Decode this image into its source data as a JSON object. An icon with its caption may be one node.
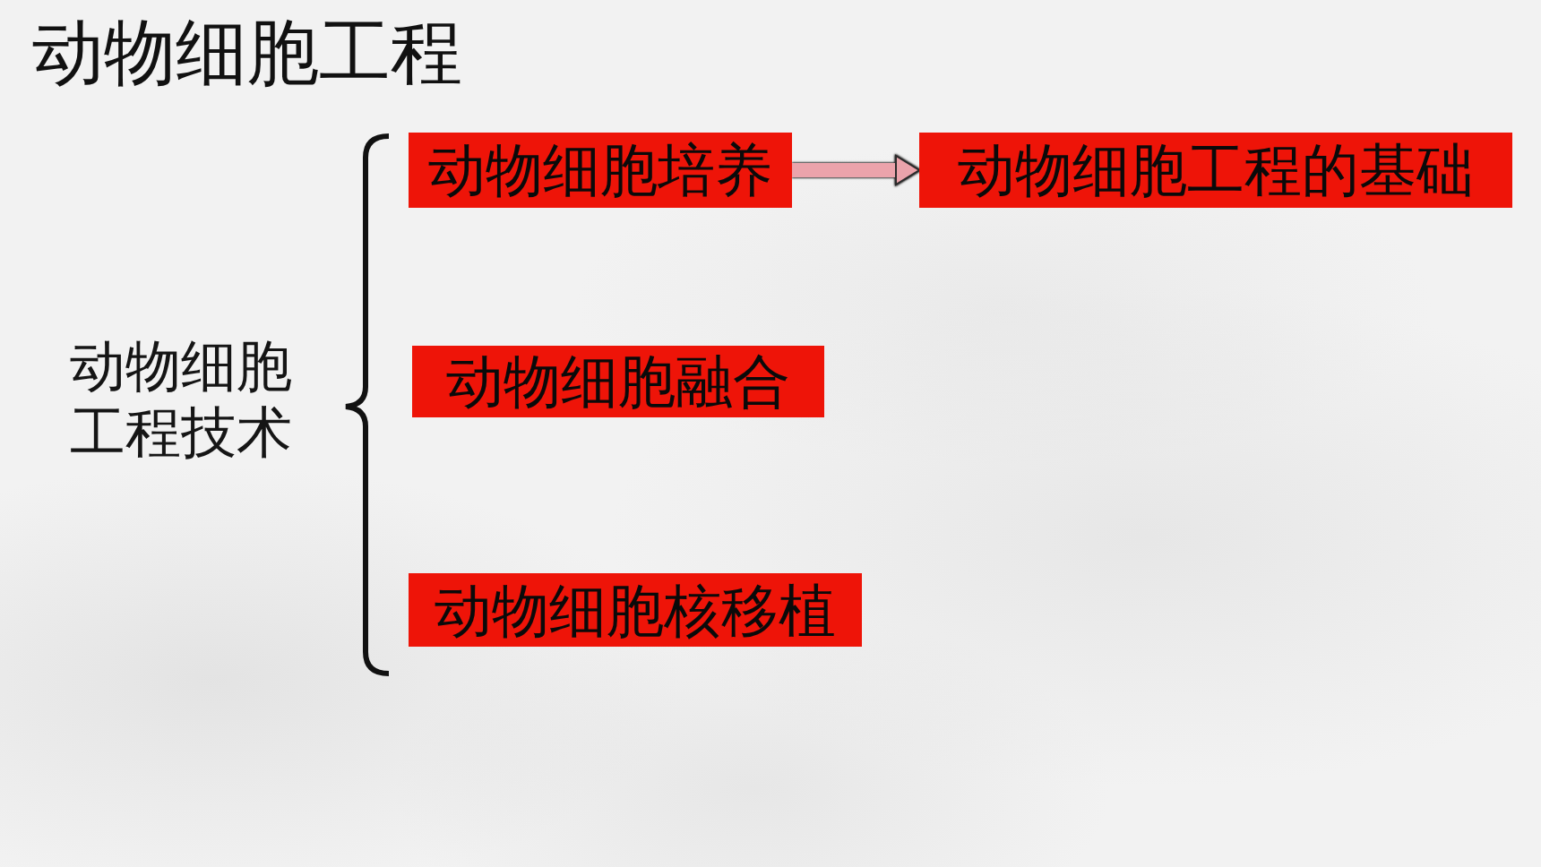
{
  "diagram": {
    "title": "动物细胞工程",
    "nodes": [
      {
        "text": [
          "动物细胞培养"
        ]
      },
      {
        "text": [
          "动物细胞工程的基础"
        ]
      },
      {
        "text": [
          "动物细胞融合"
        ]
      },
      {
        "text": [
          "动物细胞核移植"
        ]
      }
    ],
    "edges": [
      {
        "from": 0,
        "to": 1,
        "arrow": "to"
      }
    ],
    "labels": [
      "动物细胞工程技术"
    ]
  }
}
